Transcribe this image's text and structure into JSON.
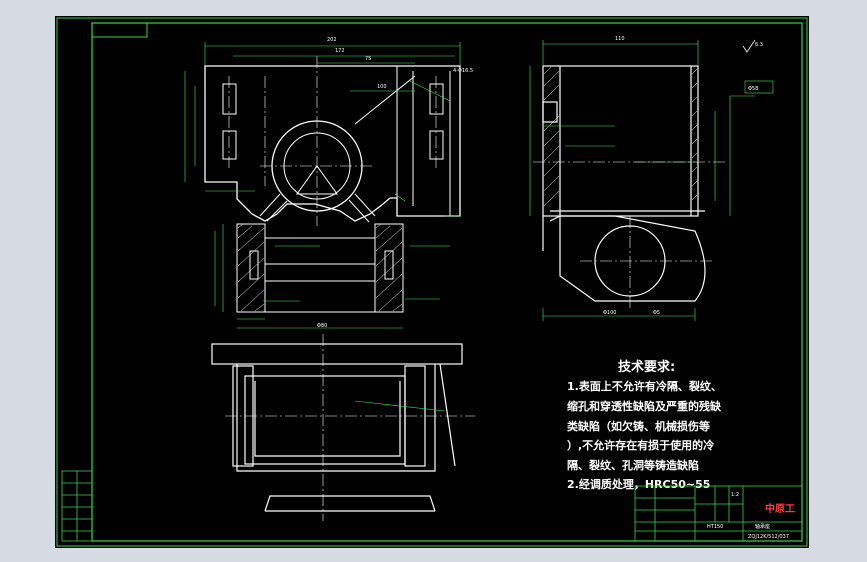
{
  "drawing": {
    "colors": {
      "background": "#000000",
      "outline": "#ffffff",
      "frame": "#37d44a",
      "dimension": "#3ef25a",
      "centerline": "#ffffff",
      "hatch": "#ffffff",
      "titleblock_text": "#ff3b3b"
    },
    "surface_roughness": "6.3",
    "material": "HT150",
    "tech_requirements": {
      "title": "技术要求:",
      "lines": [
        "1.表面上不允许有冷隔、裂纹、",
        "缩孔和穿透性缺陷及严重的残缺",
        "类缺陷（如欠铸、机械损伤等",
        "）,不允许存在有损于使用的冷",
        "隔、裂纹、孔洞等铸造缺陷",
        "2.经调质处理，HRC50~55"
      ]
    },
    "titleblock": {
      "company": "中原工",
      "part_name": "轴承座",
      "scale": "1:2",
      "drawing_no": "ZQJ12K/512/037"
    },
    "dimensions": {
      "front_top_overall": "202",
      "front_top_inner": "172",
      "front_top_right": "75",
      "front_top_small": "100",
      "front_hole_note": "4-Φ16.5",
      "side_top": "110",
      "side_right_dia": "Φ58",
      "side_bottom_width": "Φ5",
      "section_width": "Φ80",
      "bottom_width": "Φ100"
    }
  }
}
